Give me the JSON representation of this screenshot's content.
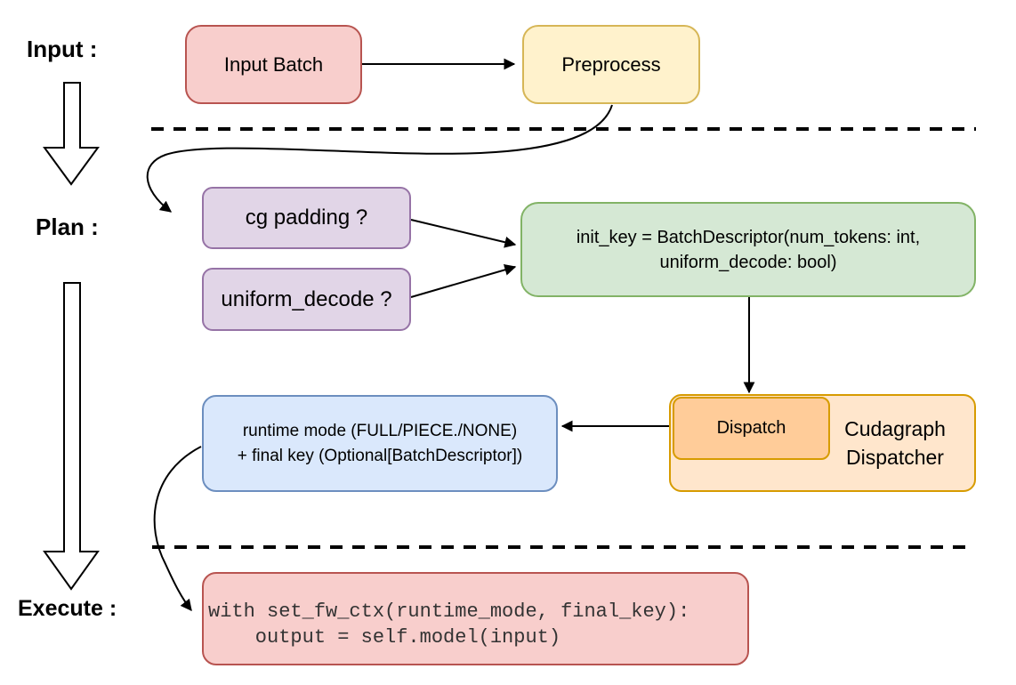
{
  "stage_labels": {
    "input": "Input :",
    "plan": "Plan :",
    "execute": "Execute :"
  },
  "nodes": {
    "input_batch": {
      "label": "Input Batch",
      "fill": "#f8cecc",
      "stroke": "#b85450"
    },
    "preprocess": {
      "label": "Preprocess",
      "fill": "#fff2cc",
      "stroke": "#d6b656"
    },
    "cg_padding": {
      "label": "cg padding ?",
      "fill": "#e1d5e7",
      "stroke": "#9673a6"
    },
    "uniform_decode": {
      "label": "uniform_decode ?",
      "fill": "#e1d5e7",
      "stroke": "#9673a6"
    },
    "init_key": {
      "label": "init_key = BatchDescriptor(num_tokens: int,\nuniform_decode: bool)",
      "fill": "#d5e8d4",
      "stroke": "#82b366"
    },
    "dispatch": {
      "label": "Dispatch",
      "fill": "#ffcc99",
      "stroke": "#d79b00"
    },
    "cudagraph_dispatcher": {
      "label": "Cudagraph\nDispatcher",
      "fill": "#ffe6cc",
      "stroke": "#d79b00"
    },
    "runtime_mode": {
      "label": "runtime mode (FULL/PIECE./NONE)\n+ final key (Optional[BatchDescriptor])",
      "fill": "#dae8fc",
      "stroke": "#6c8ebf"
    },
    "execute_code": {
      "label": "with set_fw_ctx(runtime_mode, final_key):\n    output = self.model(input)",
      "fill": "#f8cecc",
      "stroke": "#b85450"
    }
  },
  "edge_color": "#000000"
}
